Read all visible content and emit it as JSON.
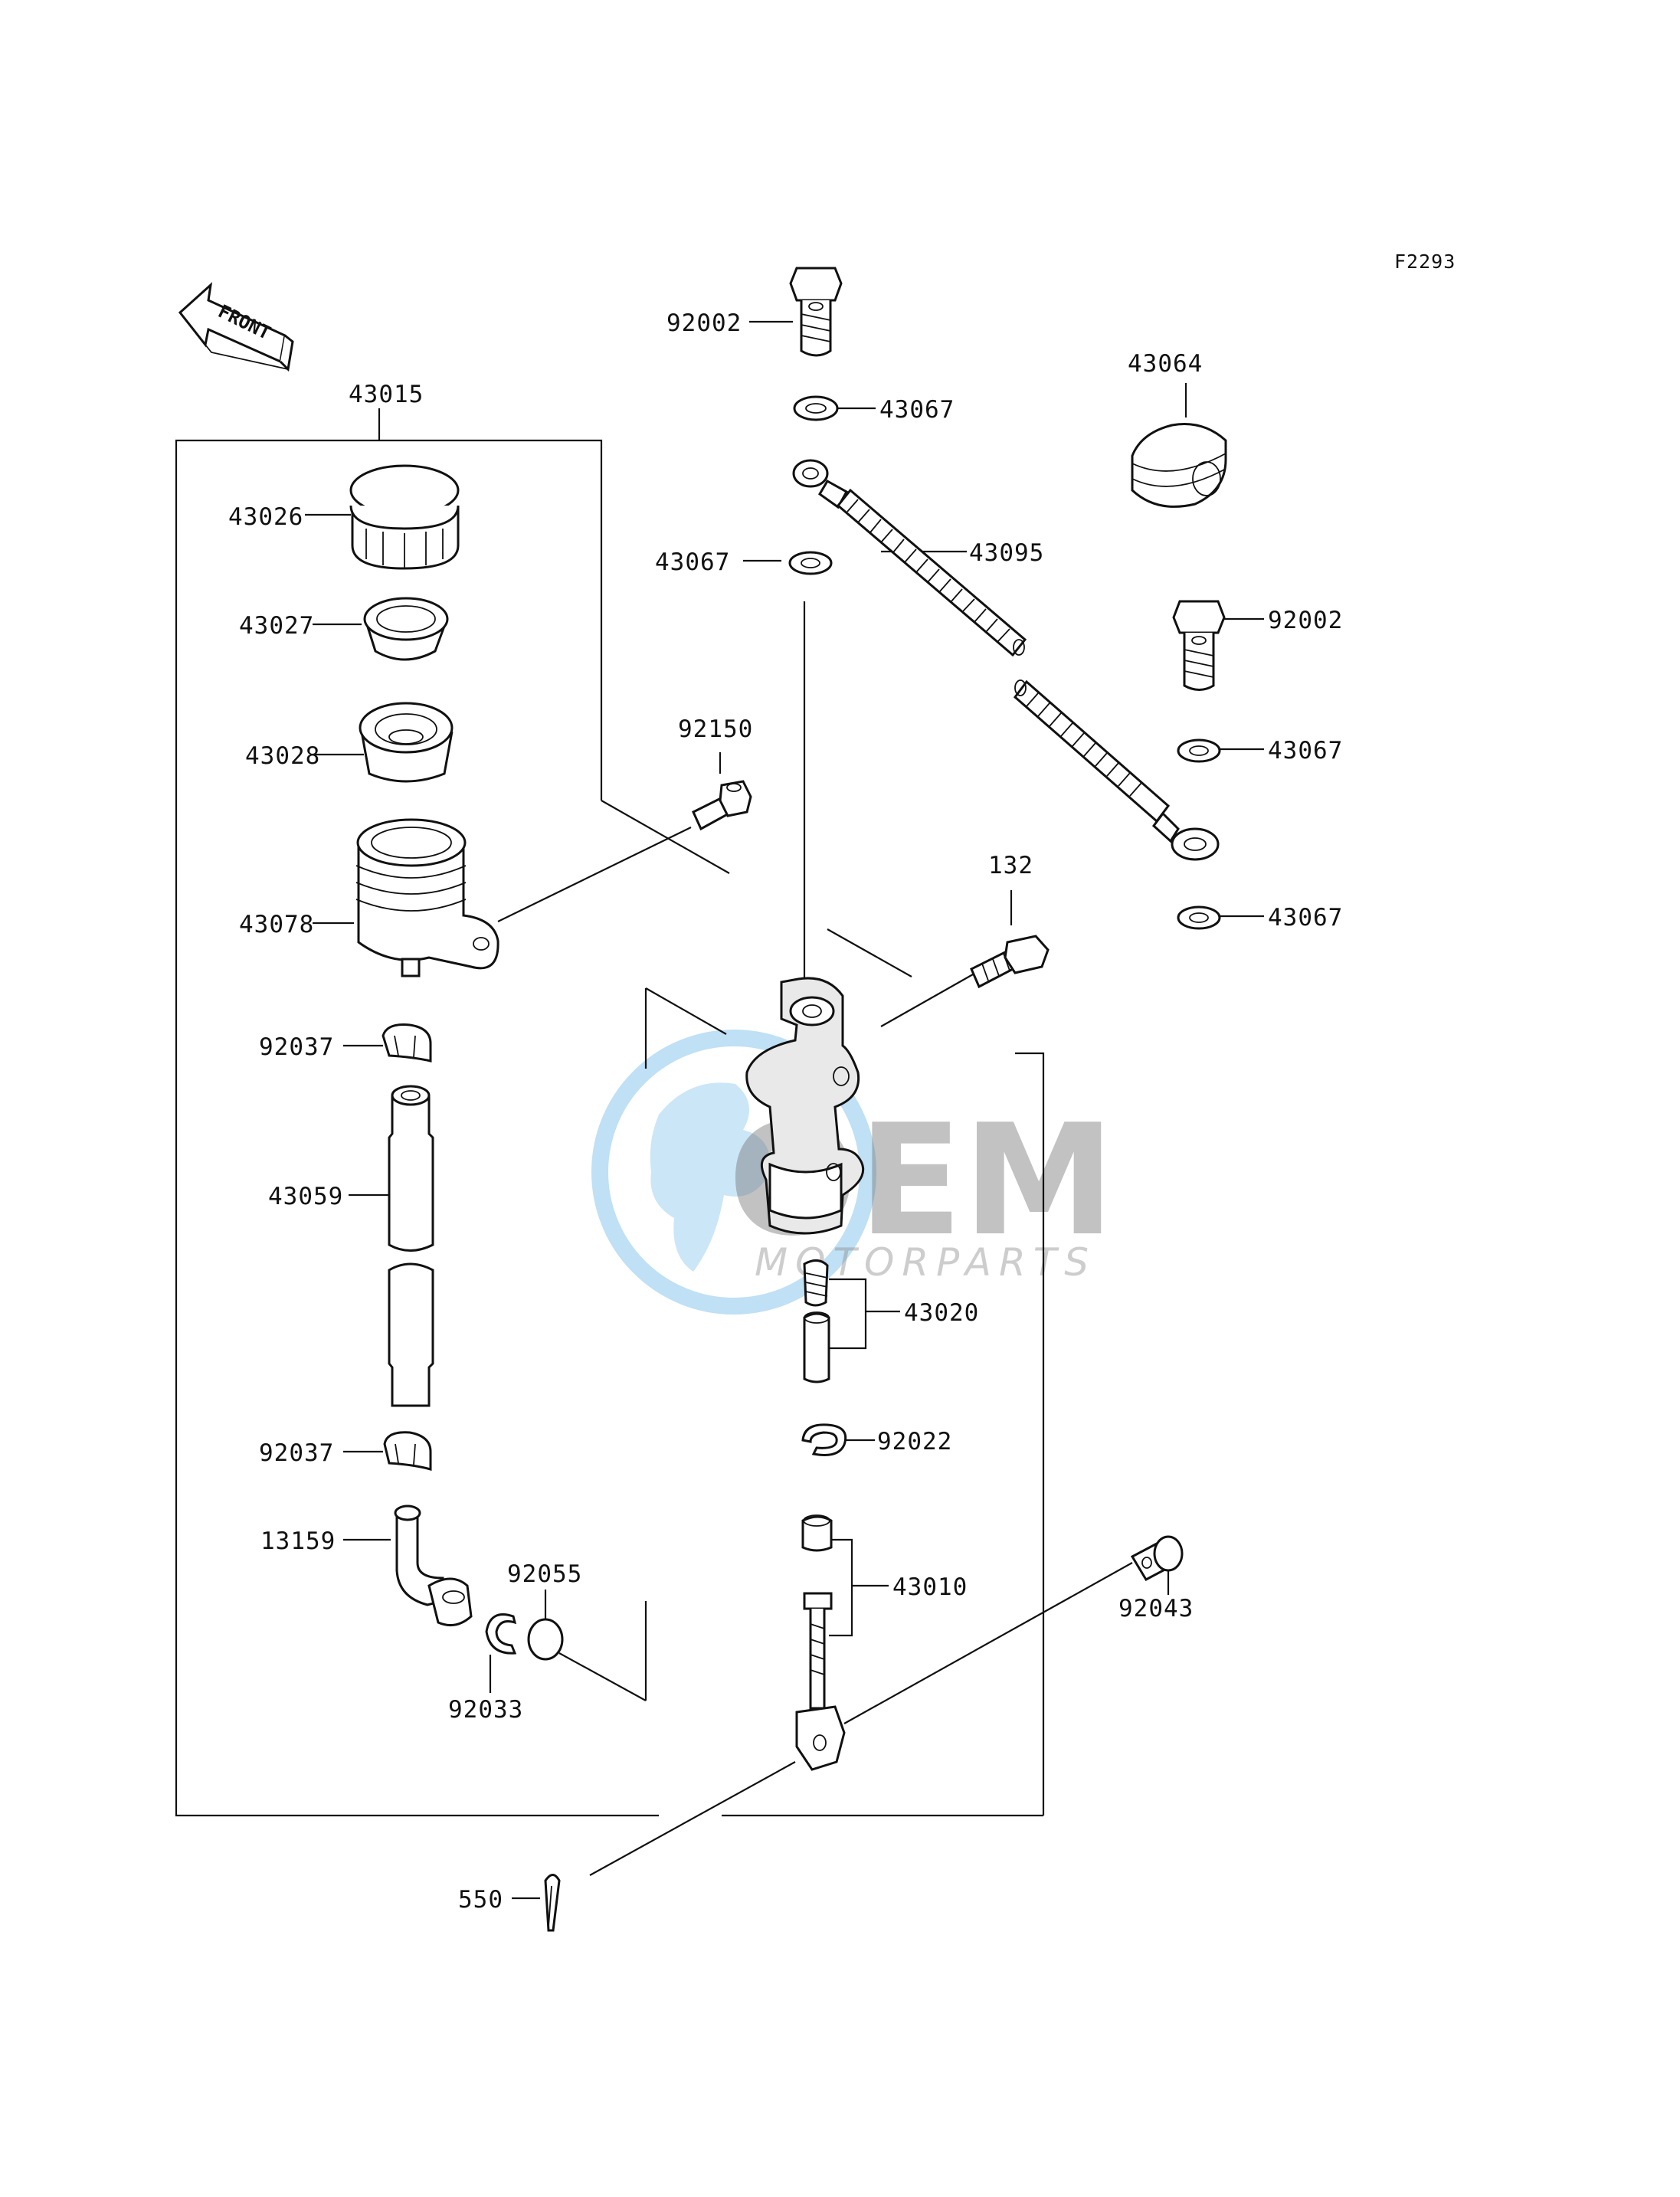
{
  "diagram": {
    "reference_code": "F2293",
    "front_indicator": "FRONT",
    "watermark": {
      "brand": "OEM",
      "subtitle": "MOTORPARTS"
    },
    "parts": [
      {
        "id": "43015",
        "label": "43015"
      },
      {
        "id": "43026",
        "label": "43026"
      },
      {
        "id": "43027",
        "label": "43027"
      },
      {
        "id": "43028",
        "label": "43028"
      },
      {
        "id": "43078",
        "label": "43078"
      },
      {
        "id": "92037a",
        "label": "92037"
      },
      {
        "id": "43059",
        "label": "43059"
      },
      {
        "id": "92037b",
        "label": "92037"
      },
      {
        "id": "13159",
        "label": "13159"
      },
      {
        "id": "92055",
        "label": "92055"
      },
      {
        "id": "92033",
        "label": "92033"
      },
      {
        "id": "550",
        "label": "550"
      },
      {
        "id": "92002a",
        "label": "92002"
      },
      {
        "id": "43067a",
        "label": "43067"
      },
      {
        "id": "43067b",
        "label": "43067"
      },
      {
        "id": "43095",
        "label": "43095"
      },
      {
        "id": "92150",
        "label": "92150"
      },
      {
        "id": "132",
        "label": "132"
      },
      {
        "id": "43020",
        "label": "43020"
      },
      {
        "id": "92022",
        "label": "92022"
      },
      {
        "id": "43010",
        "label": "43010"
      },
      {
        "id": "92043",
        "label": "92043"
      },
      {
        "id": "43064",
        "label": "43064"
      },
      {
        "id": "92002b",
        "label": "92002"
      },
      {
        "id": "43067c",
        "label": "43067"
      },
      {
        "id": "43067d",
        "label": "43067"
      }
    ]
  }
}
